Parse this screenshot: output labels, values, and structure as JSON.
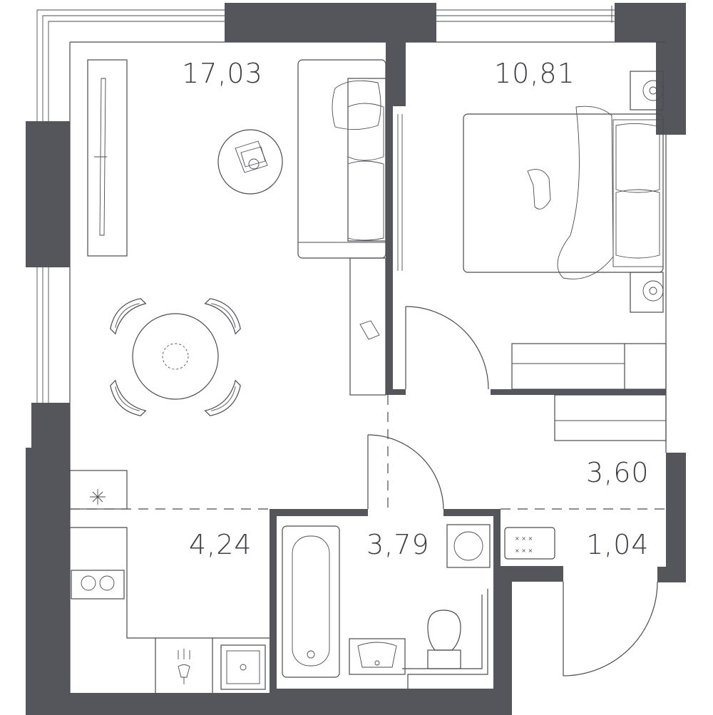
{
  "plan": {
    "rooms": [
      {
        "id": "living-room",
        "area": "17,03"
      },
      {
        "id": "bedroom",
        "area": "10,81"
      },
      {
        "id": "hallway",
        "area": "3,60"
      },
      {
        "id": "kitchen",
        "area": "4,24"
      },
      {
        "id": "bathroom",
        "area": "3,79"
      },
      {
        "id": "closet",
        "area": "1,04"
      }
    ],
    "colors": {
      "wall": "#55565c",
      "line": "#4a4b52",
      "text": "#3d3e45"
    }
  }
}
